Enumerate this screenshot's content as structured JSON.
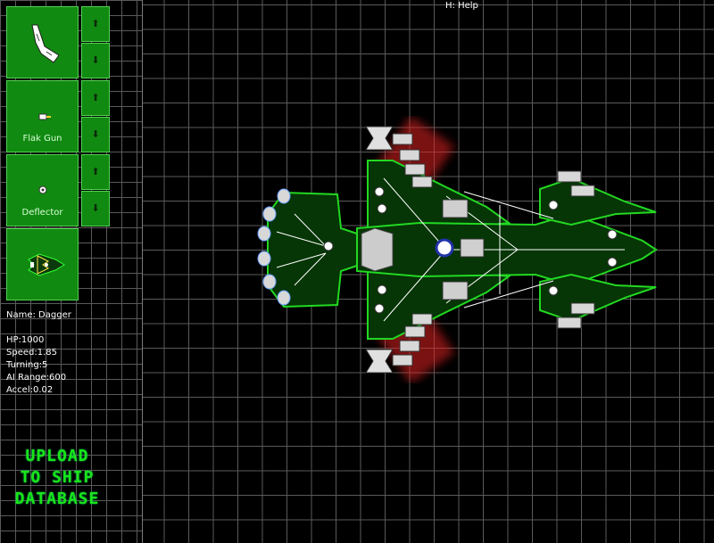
{
  "help_hint": "H: Help",
  "slots": [
    {
      "label": "",
      "icon": "hull-piece-icon"
    },
    {
      "label": "Flak Gun",
      "icon": "flak-gun-icon"
    },
    {
      "label": "Deflector",
      "icon": "deflector-icon"
    },
    {
      "label": "",
      "icon": "ship-preview-icon"
    }
  ],
  "arrows": {
    "up": "⬆",
    "down": "⬇"
  },
  "ship": {
    "name": "Name: Dagger",
    "hp": "HP:1000",
    "speed": "Speed:1.85",
    "turning": "Turning:5",
    "ai_range": "AI Range:600",
    "accel": "Accel:0.02"
  },
  "upload": {
    "line1": "UPLOAD",
    "line2": "TO SHIP",
    "line3": "DATABASE"
  },
  "colors": {
    "slot_bg": "#118a11",
    "hull_green": "#22d822",
    "engine_glow": "#e02020",
    "upload_text": "#19e619"
  }
}
